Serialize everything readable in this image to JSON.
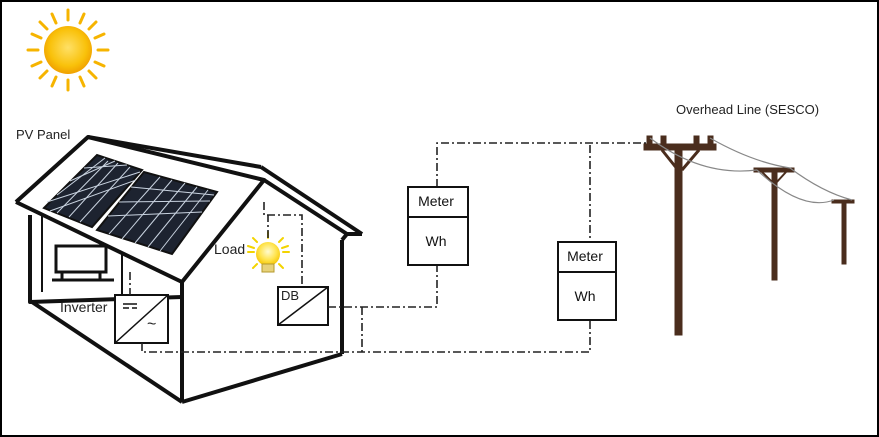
{
  "labels": {
    "pv_panel": "PV Panel",
    "load": "Load",
    "inverter": "Inverter",
    "inverter_symbol": "~",
    "db": "DB",
    "overhead_line": "Overhead Line (SESCO)"
  },
  "meters": [
    {
      "title": "Meter",
      "unit": "Wh"
    },
    {
      "title": "Meter",
      "unit": "Wh"
    }
  ],
  "colors": {
    "sun": "#f6b400",
    "bulb": "#ffe34a",
    "pole": "#4a2d1d",
    "line": "#222222"
  }
}
